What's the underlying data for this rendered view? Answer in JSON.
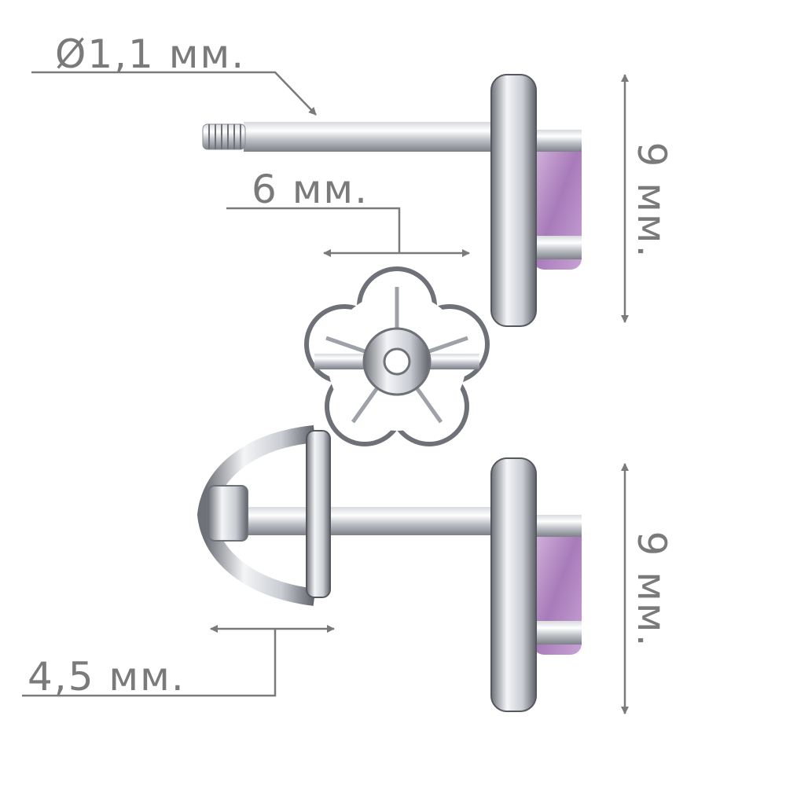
{
  "diagram": {
    "labels": {
      "pin_diameter": "Ø1,1 мм.",
      "pin_length": "6 мм.",
      "height_top": "9 мм.",
      "height_bottom": "9 мм.",
      "backing_depth": "4,5 мм."
    },
    "colors": {
      "dimension": "#7a7a7a",
      "metal_light": "#f2f3f6",
      "metal_dark": "#6e7178",
      "stone": "#b48bc4"
    }
  }
}
